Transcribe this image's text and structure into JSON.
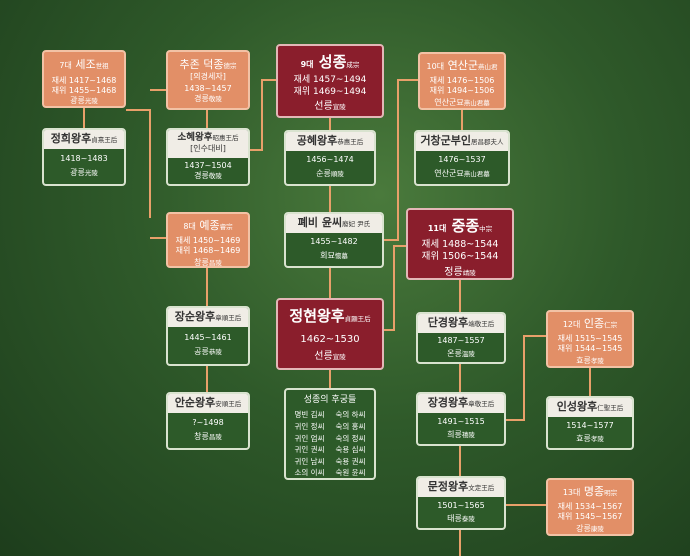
{
  "nodes": {
    "sejo": {
      "gen": "7대",
      "name": "세조",
      "han": "世祖",
      "lines": [
        "재세 1417~1468",
        "재위 1455~1468"
      ],
      "tomb": "광릉",
      "tomb_han": "光陵"
    },
    "jeonghui": {
      "name": "정희왕후",
      "han": "貞熹王后",
      "years": "1418~1483",
      "tomb": "광릉",
      "tomb_han": "光陵"
    },
    "deokjong": {
      "name": "추존 덕종",
      "han": "德宗",
      "sub": "[의경세자]",
      "years": "1438~1457",
      "tomb": "경릉",
      "tomb_han": "敬陵"
    },
    "sohye": {
      "name": "소혜왕후",
      "han": "昭惠王后",
      "sub": "[인수대비]",
      "years": "1437~1504",
      "tomb": "경릉",
      "tomb_han": "敬陵"
    },
    "yejong": {
      "gen": "8대",
      "name": "예종",
      "han": "睿宗",
      "lines": [
        "재세 1450~1469",
        "재위 1468~1469"
      ],
      "tomb": "창릉",
      "tomb_han": "昌陵"
    },
    "jangsun": {
      "name": "장순왕후",
      "han": "章順王后",
      "years": "1445~1461",
      "tomb": "공릉",
      "tomb_han": "恭陵"
    },
    "ansun": {
      "name": "안순왕후",
      "han": "安順王后",
      "years": "?~1498",
      "tomb": "창릉",
      "tomb_han": "昌陵"
    },
    "seongjong": {
      "gen": "9대",
      "name": "성종",
      "han": "成宗",
      "lines": [
        "재세 1457~1494",
        "재위 1469~1494"
      ],
      "tomb": "선릉",
      "tomb_han": "宣陵"
    },
    "gonghye": {
      "name": "공혜왕후",
      "han": "恭惠王后",
      "years": "1456~1474",
      "tomb": "순릉",
      "tomb_han": "順陵"
    },
    "pyebi": {
      "name": "폐비 윤씨",
      "han": "廢妃 尹氏",
      "years": "1455~1482",
      "tomb": "회묘",
      "tomb_han": "懷墓"
    },
    "jeonghyeon": {
      "name": "정현왕후",
      "han": "貞顯王后",
      "years": "1462~1530",
      "tomb": "선릉",
      "tomb_han": "宣陵"
    },
    "hugung": {
      "title": "성종의 후궁들",
      "cells": [
        "명빈 김씨",
        "숙의 하씨",
        "귀인 정씨",
        "숙의 홍씨",
        "귀인 엄씨",
        "숙의 정씨",
        "귀인 권씨",
        "숙용 심씨",
        "귀인 남씨",
        "숙용 권씨",
        "소의 이씨",
        "숙원 윤씨"
      ]
    },
    "yeonsan": {
      "gen": "10대",
      "name": "연산군",
      "han": "燕山君",
      "lines": [
        "재세 1476~1506",
        "재위 1494~1506"
      ],
      "tomb": "연산군묘",
      "tomb_han": "燕山君墓"
    },
    "geochang": {
      "name": "거창군부인",
      "han": "居昌郡夫人",
      "years": "1476~1537",
      "tomb": "연산군묘",
      "tomb_han": "燕山君墓"
    },
    "jungjong": {
      "gen": "11대",
      "name": "중종",
      "han": "中宗",
      "lines": [
        "재세 1488~1544",
        "재위 1506~1544"
      ],
      "tomb": "정릉",
      "tomb_han": "靖陵"
    },
    "dangyeong": {
      "name": "단경왕후",
      "han": "端敬王后",
      "years": "1487~1557",
      "tomb": "온릉",
      "tomb_han": "溫陵"
    },
    "janggyeong": {
      "name": "장경왕후",
      "han": "章敬王后",
      "years": "1491~1515",
      "tomb": "희릉",
      "tomb_han": "禧陵"
    },
    "munjeong": {
      "name": "문정왕후",
      "han": "文定王后",
      "years": "1501~1565",
      "tomb": "태릉",
      "tomb_han": "泰陵"
    },
    "injong": {
      "gen": "12대",
      "name": "인종",
      "han": "仁宗",
      "lines": [
        "재세 1515~1545",
        "재위 1544~1545"
      ],
      "tomb": "효릉",
      "tomb_han": "孝陵"
    },
    "inseong": {
      "name": "인성왕후",
      "han": "仁聖王后",
      "years": "1514~1577",
      "tomb": "효릉",
      "tomb_han": "孝陵"
    },
    "myeongjong": {
      "gen": "13대",
      "name": "명종",
      "han": "明宗",
      "lines": [
        "재세 1534~1567",
        "재위 1545~1567"
      ],
      "tomb": "강릉",
      "tomb_han": "康陵"
    }
  },
  "colors": {
    "orange": "#e28f67",
    "red": "#8a1e2c",
    "green": "#2d5a29",
    "line": "#e8a06a",
    "background": "#2f5a2a"
  }
}
